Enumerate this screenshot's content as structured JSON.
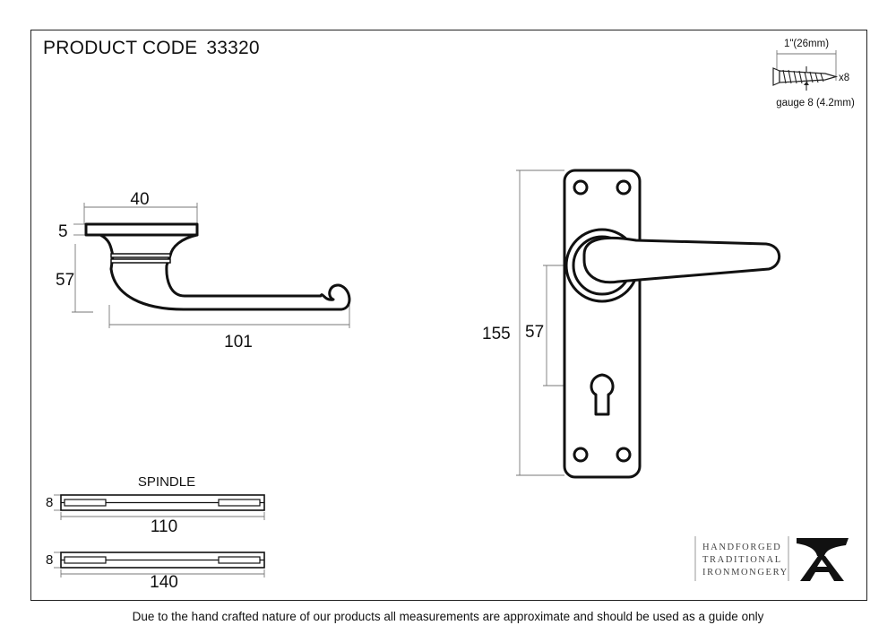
{
  "header": {
    "code_label": "PRODUCT CODE",
    "code_value": "33320"
  },
  "screw": {
    "length": "1\"(26mm)",
    "quantity": "x8",
    "gauge": "gauge 8 (4.2mm)",
    "icon": "screw-icon"
  },
  "lever_side": {
    "dim_width": "40",
    "dim_rose": "5",
    "dim_height": "57",
    "dim_length": "101"
  },
  "backplate": {
    "dim_height": "155",
    "dim_centres": "57"
  },
  "spindle": {
    "title": "SPINDLE",
    "short": {
      "thickness": "8",
      "length": "110"
    },
    "long": {
      "thickness": "8",
      "length": "140"
    }
  },
  "brand": {
    "line1": "HANDFORGED",
    "line2": "TRADITIONAL",
    "line3": "IRONMONGERY",
    "icon": "anvil-icon"
  },
  "footer": {
    "note": "Due to the hand crafted nature of our products all measurements are approximate and should be used as a guide only"
  }
}
